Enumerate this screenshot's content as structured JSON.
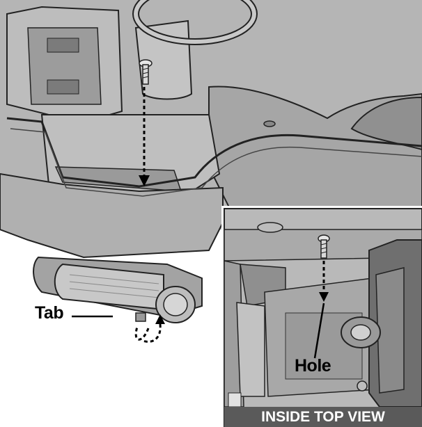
{
  "labels": {
    "tab": "Tab",
    "hole": "Hole",
    "inset_caption": "INSIDE TOP VIEW"
  },
  "colors": {
    "plastic_light": "#c9c9c9",
    "plastic_mid": "#a9a9a9",
    "plastic_dark": "#7d7d7d",
    "outline": "#1a1a1a",
    "caption_bg": "#5a5a5a",
    "caption_text": "#ffffff"
  },
  "icons": [
    "screw-icon",
    "dashed-arrow-down-icon",
    "curved-arrow-icon"
  ]
}
